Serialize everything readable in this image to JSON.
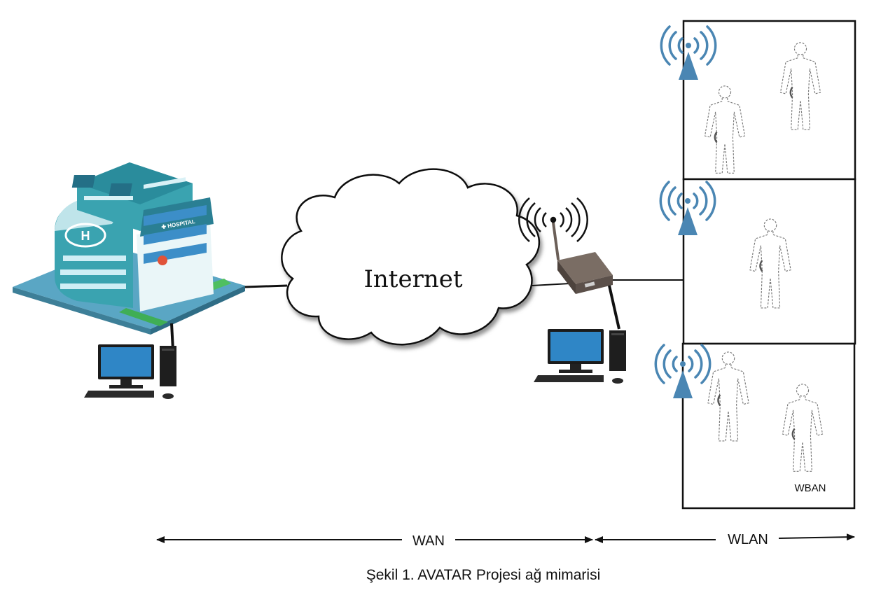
{
  "diagram": {
    "internet_label": "Internet",
    "wan_label": "WAN",
    "wlan_label": "WLAN",
    "wban_label": "WBAN",
    "caption": "Şekil 1. AVATAR Projesi ağ mimarisi",
    "hospital_sign": "✚ HOSPITAL",
    "helipad_letter": "H"
  },
  "colors": {
    "antenna_blue": "#4a86b3",
    "building_teal": "#3aa3b0",
    "building_roof": "#2a7f93",
    "building_glass": "#3c8ec8",
    "platform": "#5aa6c4",
    "monitor_screen": "#2f86c6",
    "router_body": "#6b5f58",
    "cloud_shadow": "#9a9a9a"
  },
  "icons": [
    "hospital-icon",
    "computer-icon",
    "cloud-icon",
    "router-icon",
    "antenna-icon",
    "human-body-icon"
  ]
}
